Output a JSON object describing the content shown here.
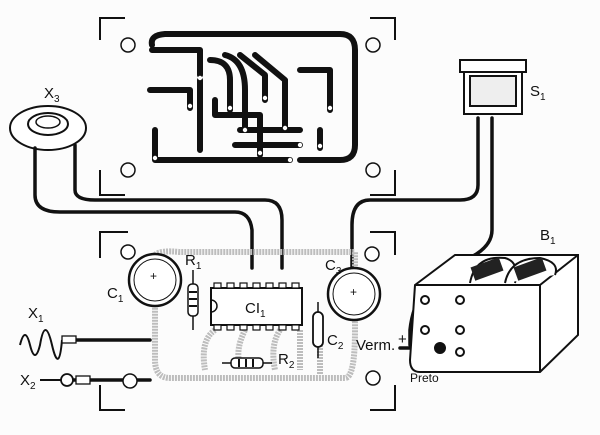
{
  "diagram": {
    "labels": {
      "x3": {
        "main": "X",
        "sub": "3"
      },
      "s1": {
        "main": "S",
        "sub": "1"
      },
      "b1": {
        "main": "B",
        "sub": "1"
      },
      "c1": {
        "main": "C",
        "sub": "1"
      },
      "r1": {
        "main": "R",
        "sub": "1"
      },
      "ci1": {
        "main": "CI",
        "sub": "1"
      },
      "c3": {
        "main": "C",
        "sub": "3"
      },
      "c2": {
        "main": "C",
        "sub": "2"
      },
      "r2": {
        "main": "R",
        "sub": "2"
      },
      "x1": {
        "main": "X",
        "sub": "1"
      },
      "x2": {
        "main": "X",
        "sub": "2"
      },
      "verm": "Verm.",
      "preto": "Preto",
      "plus_battery": "+",
      "plus_c1": "+",
      "plus_c3": "+"
    },
    "colors": {
      "ink": "#111111",
      "trace_gray": "#b8b8b8",
      "paper": "#fcfcfc"
    }
  }
}
